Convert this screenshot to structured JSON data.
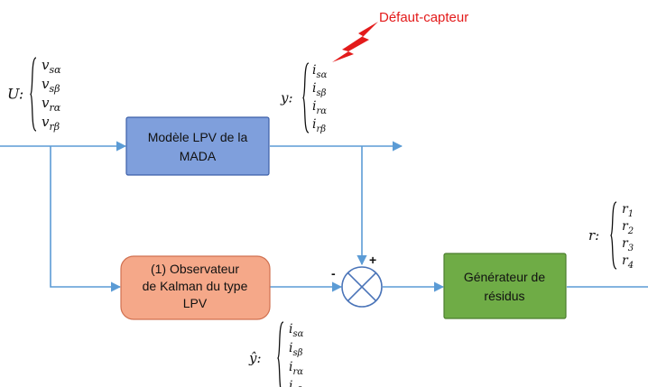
{
  "blocks": {
    "mada_model": {
      "line1": "Modèle LPV de la",
      "line2": "MADA",
      "fill": "#7f9fdc",
      "stroke": "#3c5fa8"
    },
    "observer": {
      "line1": "(1) Observateur",
      "line2": "de Kalman du type",
      "line3": "LPV",
      "fill": "#f5a889",
      "stroke": "#d07050"
    },
    "residual_generator": {
      "line1": "Générateur de",
      "line2": "résidus",
      "fill": "#6fac46",
      "stroke": "#4c7e2f"
    }
  },
  "signals": {
    "input": {
      "symbol": "U:",
      "components": [
        [
          "v",
          "sα"
        ],
        [
          "v",
          "sβ"
        ],
        [
          "v",
          "rα"
        ],
        [
          "v",
          "rβ"
        ]
      ]
    },
    "output": {
      "symbol": "y:",
      "components": [
        [
          "i",
          "sα"
        ],
        [
          "i",
          "sβ"
        ],
        [
          "i",
          "rα"
        ],
        [
          "i",
          "rβ"
        ]
      ]
    },
    "estimate": {
      "symbol": "ŷ:",
      "components": [
        [
          "i",
          "sα"
        ],
        [
          "i",
          "sβ"
        ],
        [
          "i",
          "rα"
        ],
        [
          "i",
          "rβ"
        ]
      ]
    },
    "residuals": {
      "symbol": "r:",
      "components": [
        [
          "r",
          "1"
        ],
        [
          "r",
          "2"
        ],
        [
          "r",
          "3"
        ],
        [
          "r",
          "4"
        ]
      ]
    }
  },
  "sensor_fault": {
    "label": "Défaut-capteur",
    "color": "#e31b1b"
  },
  "summing_junction": {
    "plus_sign": "+",
    "minus_sign": "-"
  },
  "line_color": "#5b9bd5"
}
